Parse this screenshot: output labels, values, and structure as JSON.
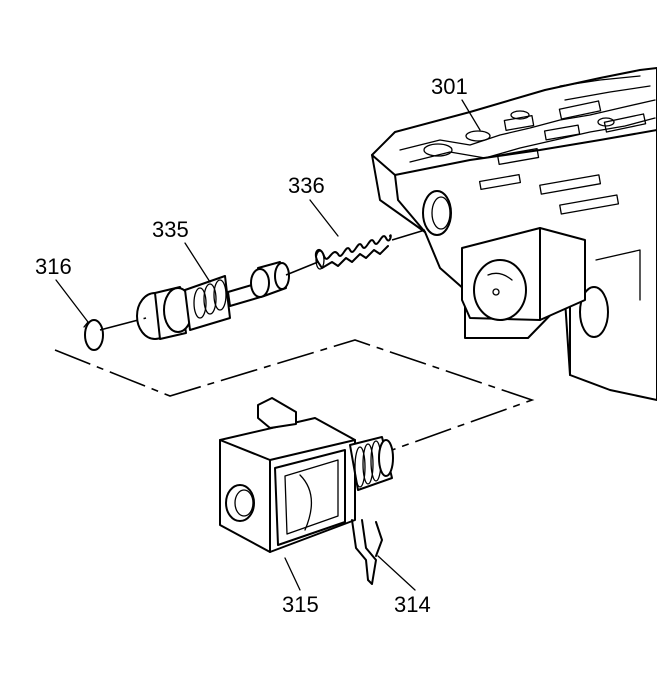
{
  "callouts": [
    {
      "id": "301"
    },
    {
      "id": "336"
    },
    {
      "id": "335"
    },
    {
      "id": "316"
    },
    {
      "id": "315"
    },
    {
      "id": "314"
    }
  ]
}
